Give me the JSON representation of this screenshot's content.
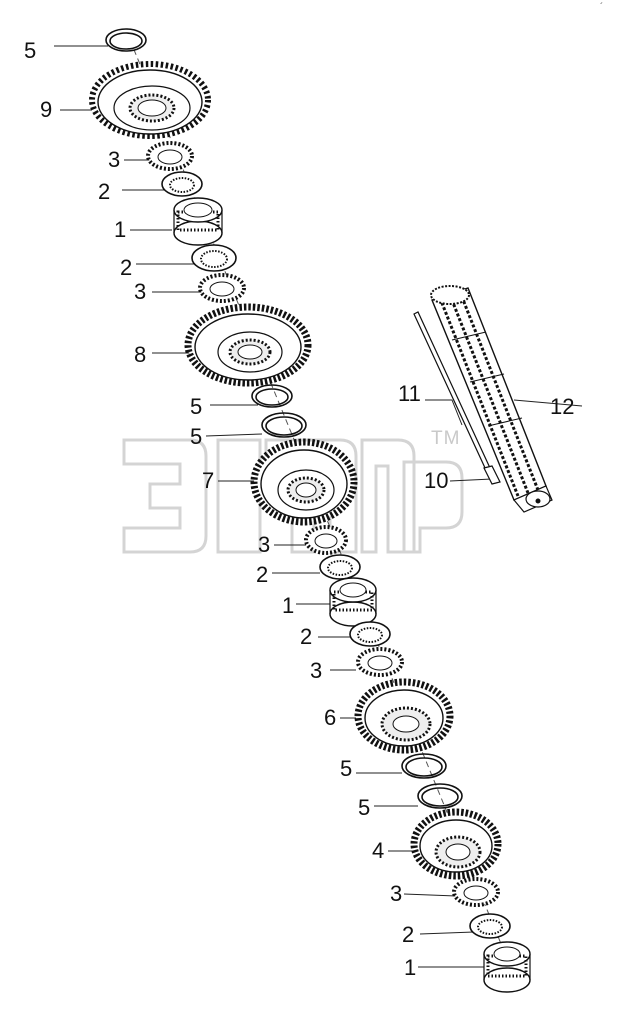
{
  "watermark": {
    "trademark": "TM"
  },
  "corner_mark": "´",
  "callouts": [
    {
      "id": "c1",
      "text": "5"
    },
    {
      "id": "c2",
      "text": "9"
    },
    {
      "id": "c3",
      "text": "3"
    },
    {
      "id": "c4",
      "text": "2"
    },
    {
      "id": "c5",
      "text": "1"
    },
    {
      "id": "c6",
      "text": "2"
    },
    {
      "id": "c7",
      "text": "3"
    },
    {
      "id": "c8",
      "text": "8"
    },
    {
      "id": "c9",
      "text": "5"
    },
    {
      "id": "c10",
      "text": "5"
    },
    {
      "id": "c11",
      "text": "7"
    },
    {
      "id": "c12",
      "text": "3"
    },
    {
      "id": "c13",
      "text": "2"
    },
    {
      "id": "c14",
      "text": "1"
    },
    {
      "id": "c15",
      "text": "2"
    },
    {
      "id": "c16",
      "text": "3"
    },
    {
      "id": "c17",
      "text": "6"
    },
    {
      "id": "c18",
      "text": "5"
    },
    {
      "id": "c19",
      "text": "5"
    },
    {
      "id": "c20",
      "text": "4"
    },
    {
      "id": "c21",
      "text": "3"
    },
    {
      "id": "c22",
      "text": "2"
    },
    {
      "id": "c23",
      "text": "1"
    },
    {
      "id": "c24",
      "text": "11"
    },
    {
      "id": "c25",
      "text": "12"
    },
    {
      "id": "c26",
      "text": "10"
    }
  ],
  "parts": [
    {
      "id": "p5a",
      "type": "snap-ring"
    },
    {
      "id": "p9",
      "type": "gear"
    },
    {
      "id": "p3a",
      "type": "splined-washer"
    },
    {
      "id": "p2a",
      "type": "thrust-washer"
    },
    {
      "id": "p1a",
      "type": "needle-bearing"
    },
    {
      "id": "p2b",
      "type": "thrust-washer"
    },
    {
      "id": "p3b",
      "type": "splined-washer"
    },
    {
      "id": "p8",
      "type": "gear"
    },
    {
      "id": "p5b",
      "type": "snap-ring"
    },
    {
      "id": "p5c",
      "type": "snap-ring"
    },
    {
      "id": "p7",
      "type": "gear"
    },
    {
      "id": "p3c",
      "type": "splined-washer"
    },
    {
      "id": "p2c",
      "type": "thrust-washer"
    },
    {
      "id": "p1b",
      "type": "needle-bearing"
    },
    {
      "id": "p2d",
      "type": "thrust-washer"
    },
    {
      "id": "p3d",
      "type": "splined-washer"
    },
    {
      "id": "p6",
      "type": "gear"
    },
    {
      "id": "p5d",
      "type": "snap-ring"
    },
    {
      "id": "p5e",
      "type": "snap-ring"
    },
    {
      "id": "p4",
      "type": "gear"
    },
    {
      "id": "p3e",
      "type": "splined-washer"
    },
    {
      "id": "p2e",
      "type": "thrust-washer"
    },
    {
      "id": "p1c",
      "type": "needle-bearing"
    },
    {
      "id": "p11",
      "type": "rod"
    },
    {
      "id": "p12",
      "type": "splined-shaft"
    },
    {
      "id": "p10",
      "type": "pin"
    }
  ]
}
